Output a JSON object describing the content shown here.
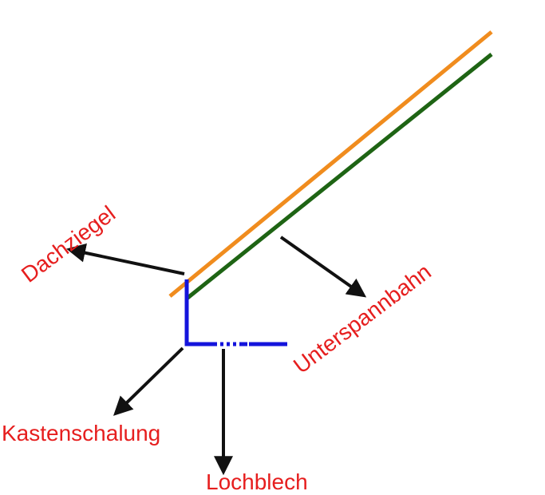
{
  "diagram": {
    "labels": {
      "roof_tile": "Dachziegel",
      "underlay": "Unterspannbahn",
      "box_boarding": "Kastenschalung",
      "perforated_sheet": "Lochblech"
    },
    "colors": {
      "roof_tile_line": "#f08c1e",
      "underlay_line": "#1e6414",
      "boarding_line": "#1414dc",
      "label_text": "#e61e1e",
      "arrow": "#111111"
    }
  }
}
